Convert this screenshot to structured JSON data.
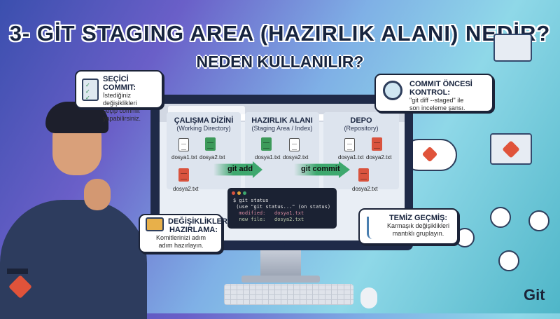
{
  "title": {
    "line1": "3- GİT STAGING AREA (HAZIRLIK ALANI) NEDİR?",
    "line2": "NEDEN KULLANILIR?"
  },
  "columns": [
    {
      "heading": "ÇALIŞMA DİZİNİ",
      "subtitle": "(Working Directory)",
      "files": [
        "dosya1.txt",
        "dosya2.txt",
        "dosya2.txt"
      ]
    },
    {
      "heading": "HAZIRLIK ALANI",
      "subtitle": "(Staging Area / Index)",
      "files": [
        "dosya1.txt",
        "dosya2.txt"
      ]
    },
    {
      "heading": "DEPO",
      "subtitle": "(Repository)",
      "files": [
        "dosya1.txt",
        "dosya2.txt",
        "dosya2.txt"
      ]
    }
  ],
  "arrows": {
    "add": "git add",
    "commit": "git commit"
  },
  "terminal": {
    "line1": "$ git status",
    "line2": " (use \"git status...\" (on status)",
    "line3_label": "  modified:",
    "line3_file": "dosya1.txt",
    "line4_label": "  new file:",
    "line4_file": "dosya2.txt"
  },
  "callouts": {
    "selective": {
      "title": "SEÇİCİ COMMIT:",
      "text1": "İstediğiniz değişiklikleri",
      "text2": "seçip commit yapabilirsiniz.",
      "icon": "checklist-icon"
    },
    "review": {
      "title": "COMMIT ÖNCESİ KONTROL:",
      "text1": "\"git diff --staged\" ile",
      "text2": "son inceleme şansı.",
      "icon": "magnifier-icon"
    },
    "prepare": {
      "title1": "DEĞİŞİKLİKLERİ",
      "title2": "HAZIRLAMA:",
      "text1": "Komitlerinizi adım",
      "text2": "adım hazırlayın.",
      "icon": "folder-check-icon"
    },
    "clean": {
      "title": "TEMİZ GEÇMİŞ:",
      "text1": "Karmaşık değişiklikleri",
      "text2": "mantıklı gruplayın.",
      "icon": "branch-icon"
    }
  },
  "logo": {
    "text": "Git"
  },
  "colors": {
    "staged": "#3d9a5a",
    "committed": "#d9533e",
    "git": "#e0533a",
    "title": "#17243f"
  }
}
